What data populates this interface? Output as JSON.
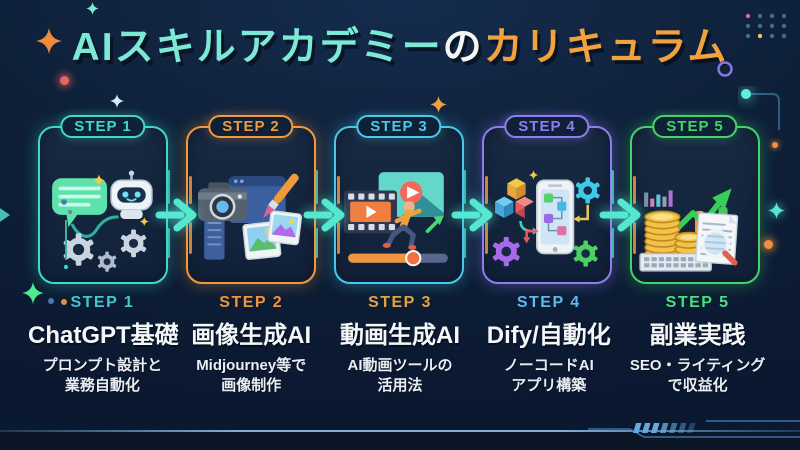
{
  "background": {
    "base": "#0e2038",
    "footer_band": "#0a1626",
    "footer_line": "#7fb0d8"
  },
  "title": {
    "part1": "AIスキルアカデミー",
    "part1_color": "#7ce8d5",
    "part2": "の",
    "part2_color": "#f4f6f4",
    "part3": "カリキュラム",
    "part3_color": "#f2a23c"
  },
  "flow": {
    "arrow_color": "#54e8d0"
  },
  "steps": [
    {
      "badge": "STEP 1",
      "accent": "#3fd9c6",
      "glow": "rgba(63,217,198,0.40)",
      "icon": "chat-robot-gears",
      "label": "STEP 1",
      "label_color": "#3fc9cc",
      "title": "ChatGPT基礎",
      "desc": [
        "プロンプト設計と",
        "業務自動化"
      ]
    },
    {
      "badge": "STEP 2",
      "accent": "#f2993f",
      "glow": "rgba(242,153,63,0.40)",
      "icon": "camera-brush-images",
      "label": "STEP 2",
      "label_color": "#f2953a",
      "title": "画像生成AI",
      "desc": [
        "Midjourney等で",
        "画像制作"
      ]
    },
    {
      "badge": "STEP 3",
      "accent": "#4ac8e8",
      "glow": "rgba(74,200,232,0.40)",
      "icon": "filmstrip-video-runner",
      "label": "STEP 3",
      "label_color": "#e2a33d",
      "title": "動画生成AI",
      "desc": [
        "AI動画ツールの",
        "活用法"
      ]
    },
    {
      "badge": "STEP 4",
      "accent": "#8f7cf0",
      "glow": "rgba(143,124,240,0.45)",
      "icon": "cubes-smartphone-gears",
      "label": "STEP 4",
      "label_color": "#5fb8ee",
      "title": "Dify/自動化",
      "desc": [
        "ノーコードAI",
        "アプリ構築"
      ]
    },
    {
      "badge": "STEP 5",
      "accent": "#44d36b",
      "glow": "rgba(68,211,107,0.40)",
      "icon": "coins-chart-seo",
      "label": "STEP 5",
      "label_color": "#4adf7d",
      "title": "副業実践",
      "desc": [
        "SEO・ライティング",
        "で収益化"
      ]
    }
  ]
}
